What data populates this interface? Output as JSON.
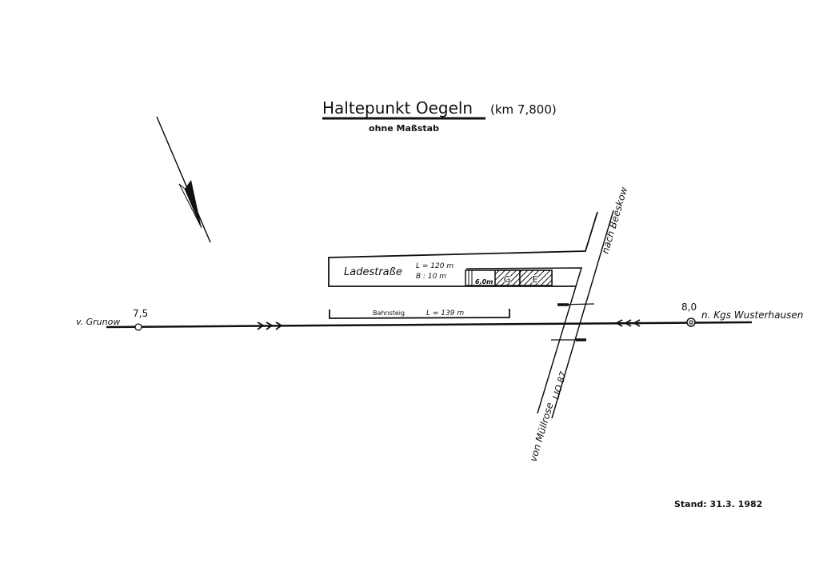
{
  "title": {
    "name": "Haltepunkt Oegeln",
    "km": "(km 7,800)",
    "subtitle": "ohne Maßstab"
  },
  "loading_road": {
    "label": "Ladestraße",
    "length": "L = 120 m",
    "width": "B : 10 m",
    "building_width": "6,0m",
    "building_g": "G",
    "building_e": "E"
  },
  "platform": {
    "label": "Bahnsteig",
    "length": "L = 139 m"
  },
  "track": {
    "left_km": "7,5",
    "left_dest": "v. Grunow",
    "right_km": "8,0",
    "right_dest": "n. Kgs Wusterhausen"
  },
  "road": {
    "north_label": "nach Beeskow",
    "south_label": "von Müllrose",
    "road_number": "LIO 87"
  },
  "footer": {
    "date": "Stand: 31.3. 1982"
  },
  "colors": {
    "ink": "#111111",
    "paper": "#ffffff"
  }
}
